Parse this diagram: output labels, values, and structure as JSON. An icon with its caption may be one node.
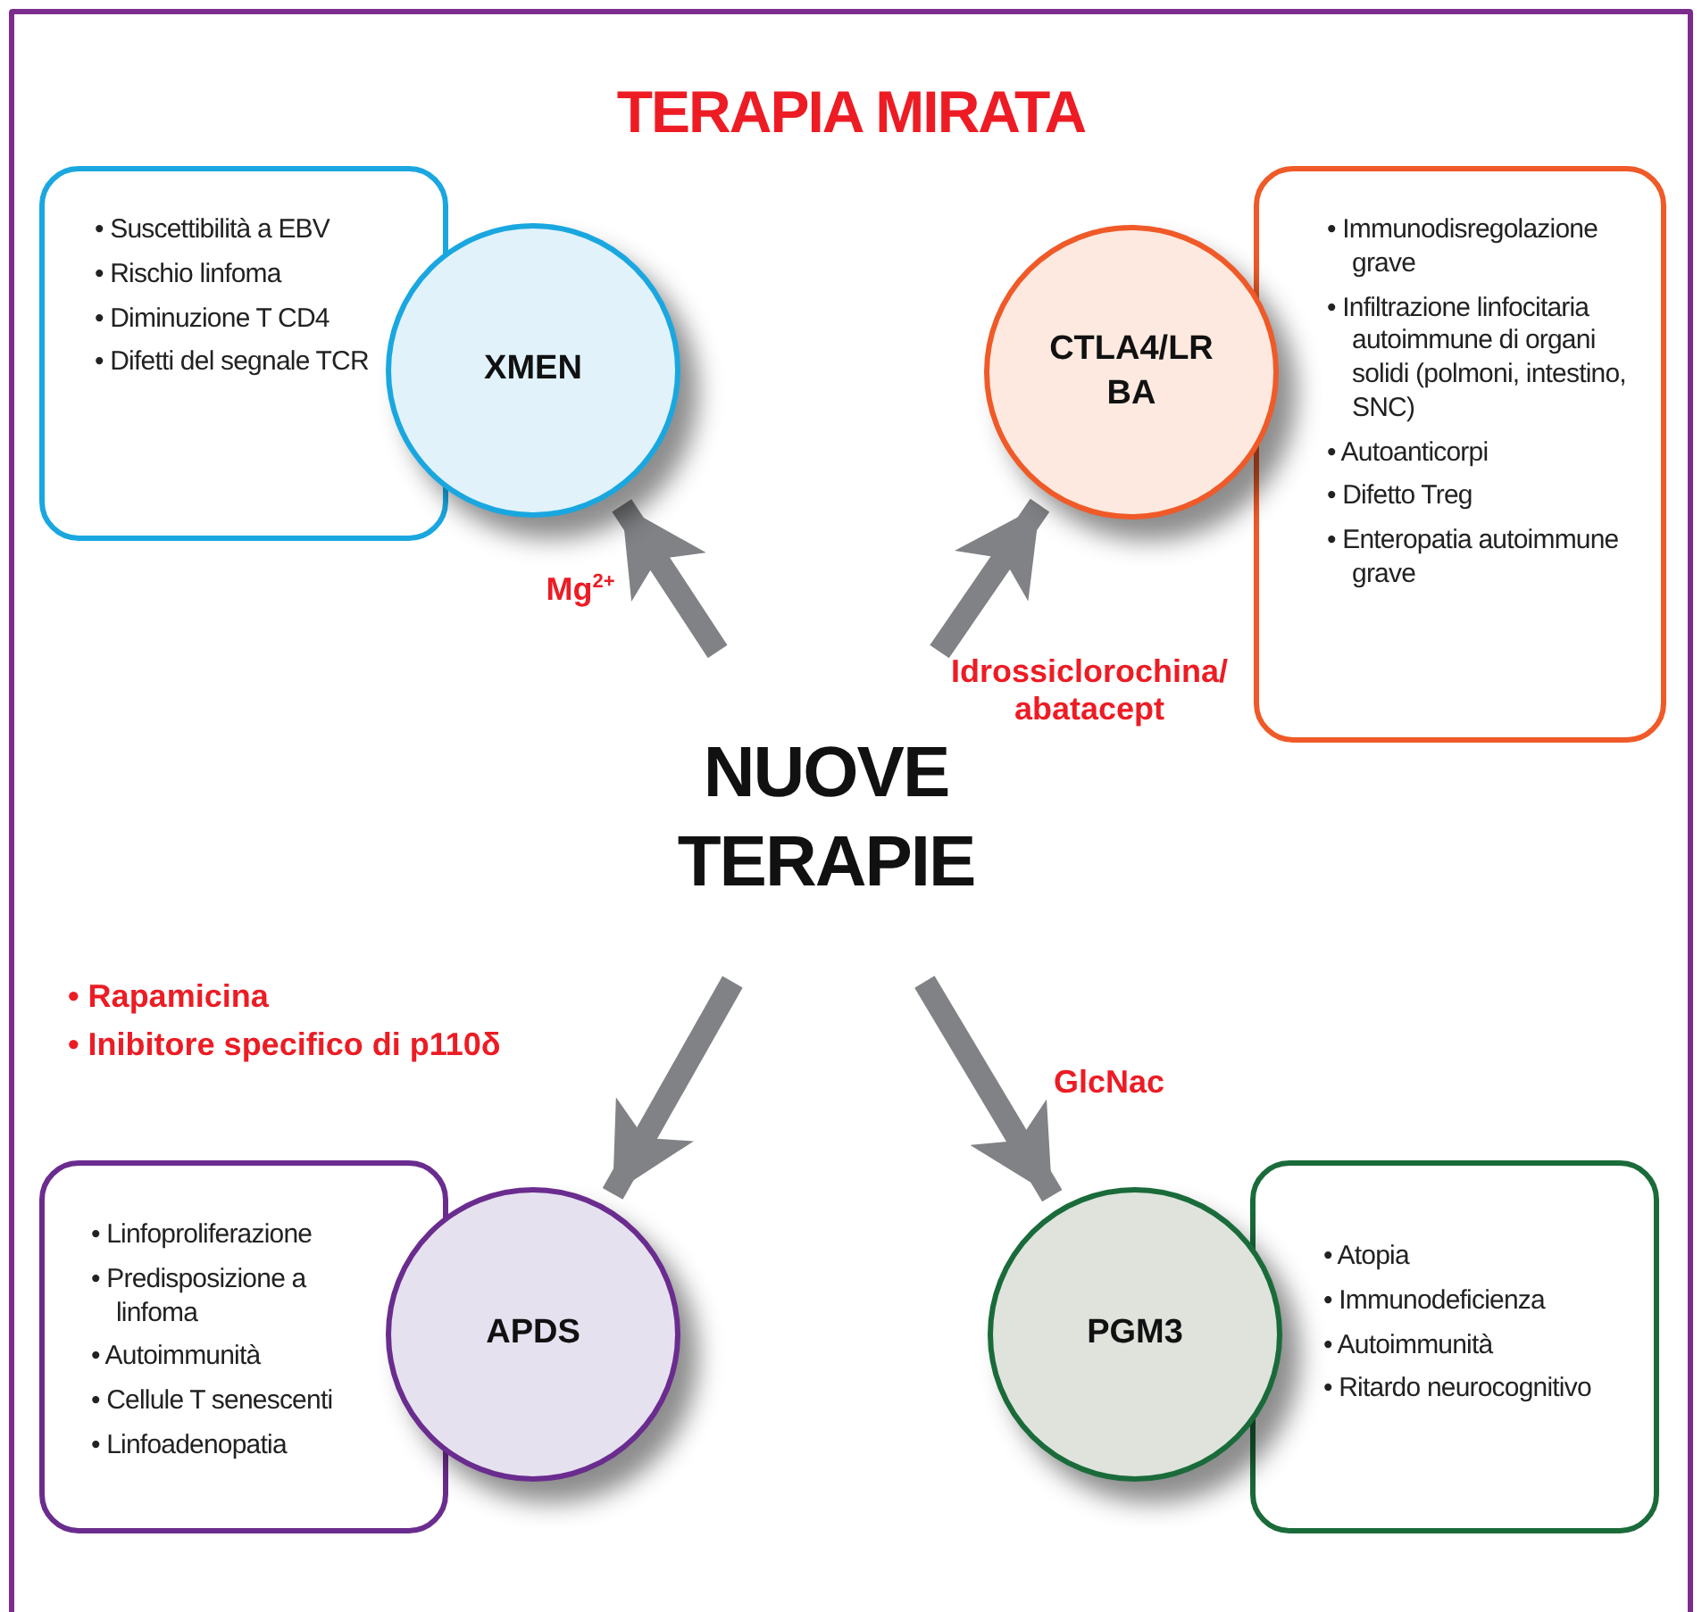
{
  "diagram": {
    "title": "TERAPIA MIRATA",
    "nodes": [
      {
        "text": [
          "NUOVE TERAPIE"
        ]
      },
      {
        "text": [
          "XMEN"
        ]
      },
      {
        "text": [
          "• Suscettibilità a EBV",
          "• Rischio linfoma",
          "• Diminuzione T CD4",
          "• Difetti del segnale TCR"
        ]
      },
      {
        "text": [
          "CTLA4/LR BA"
        ]
      },
      {
        "text": [
          "• Immunodisregolazione grave",
          "• Infiltrazione linfocitaria autoimmune di organi solidi (polmoni, intestino, SNC)",
          "• Autoanticorpi",
          "• Difetto Treg",
          "• Enteropatia autoimmune grave"
        ]
      },
      {
        "text": [
          "APDS"
        ]
      },
      {
        "text": [
          "• Linfoproliferazione",
          "• Predisposizione a linfoma",
          "• Autoimmunità",
          "• Cellule T senescenti",
          "• Linfoadenopatia"
        ]
      },
      {
        "text": [
          "PGM3"
        ]
      },
      {
        "text": [
          "• Atopia",
          "• Immunodeficienza",
          "• Autoimmunità",
          "• Ritardo neurocognitivo"
        ]
      }
    ],
    "edges": [
      {
        "from": 0,
        "to": 1,
        "arrow": "to",
        "label": "Mg$^{2+}$"
      },
      {
        "from": 0,
        "to": 3,
        "arrow": "to",
        "label": "Idrossiclorochina/ abatacept"
      },
      {
        "from": 0,
        "to": 5,
        "arrow": "to"
      },
      {
        "from": 0,
        "to": 7,
        "arrow": "to",
        "label": "GlcNac"
      }
    ],
    "labels": [
      "• Rapamicina",
      "• Inibitore specifico di p110δ"
    ]
  }
}
